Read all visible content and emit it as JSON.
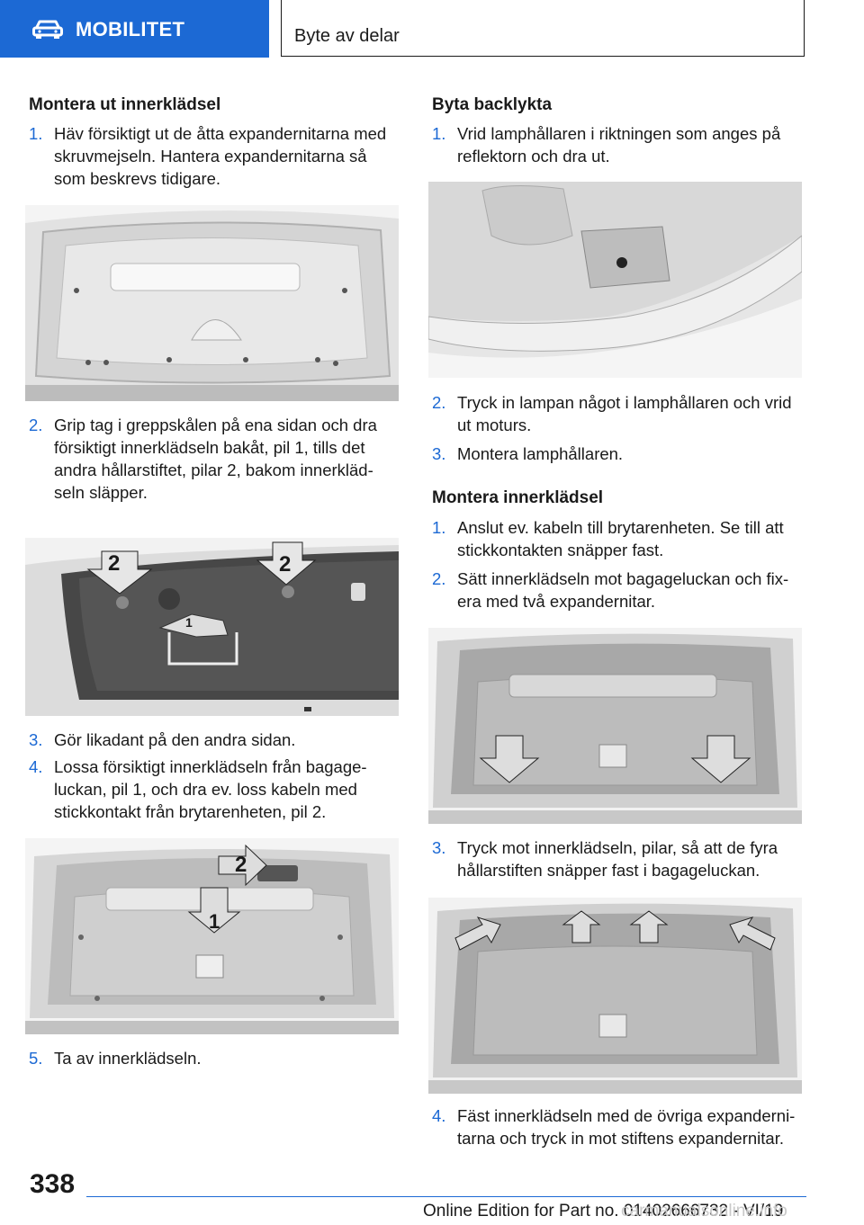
{
  "header": {
    "section_label": "MOBILITET",
    "section_icon": "car-icon",
    "page_title": "Byte av delar",
    "accent_color": "#1c69d4"
  },
  "left": {
    "heading": "Montera ut innerklädsel",
    "steps": [
      {
        "num": "1.",
        "text": "Häv försiktigt ut de åtta expandernitarna med skruvmejseln. Hantera expandernitarna så som beskrevs tidigare."
      },
      {
        "num": "2.",
        "text": "Grip tag i greppskålen på ena sidan och dra försiktigt innerklädseln bakåt, pil 1, tills det andra hållarstiftet, pilar 2, bakom innerkläd-seln släpper."
      },
      {
        "num": "3.",
        "text": "Gör likadant på den andra sidan."
      },
      {
        "num": "4.",
        "text": "Lossa försiktigt innerklädseln från bagage-luckan, pil 1, och dra ev. loss kabeln med stickkontakt från brytarenheten, pil 2."
      },
      {
        "num": "5.",
        "text": "Ta av innerklädseln."
      }
    ],
    "fig2_labels": [
      "2",
      "2",
      "1"
    ],
    "fig3_labels": [
      "2",
      "1"
    ]
  },
  "right": {
    "heading1": "Byta backlykta",
    "steps1": [
      {
        "num": "1.",
        "text": "Vrid lamphållaren i riktningen som anges på reflektorn och dra ut."
      },
      {
        "num": "2.",
        "text": "Tryck in lampan något i lamphållaren och vrid ut moturs."
      },
      {
        "num": "3.",
        "text": "Montera lamphållaren."
      }
    ],
    "heading2": "Montera innerklädsel",
    "steps2": [
      {
        "num": "1.",
        "text": "Anslut ev. kabeln till brytarenheten. Se till att stickkontakten snäpper fast."
      },
      {
        "num": "2.",
        "text": "Sätt innerklädseln mot bagageluckan och fix-era med två expandernitar."
      },
      {
        "num": "3.",
        "text": "Tryck mot innerklädseln, pilar, så att de fyra hållarstiften snäpper fast i bagageluckan."
      },
      {
        "num": "4.",
        "text": "Fäst innerklädseln med de övriga expanderni-tarna och tryck in mot stiftens expandernitar."
      }
    ]
  },
  "footer": {
    "page_number": "338",
    "edition": "Online Edition for Part no. 01402666732 - VI/19",
    "watermark": "carmanualsonline.info"
  }
}
